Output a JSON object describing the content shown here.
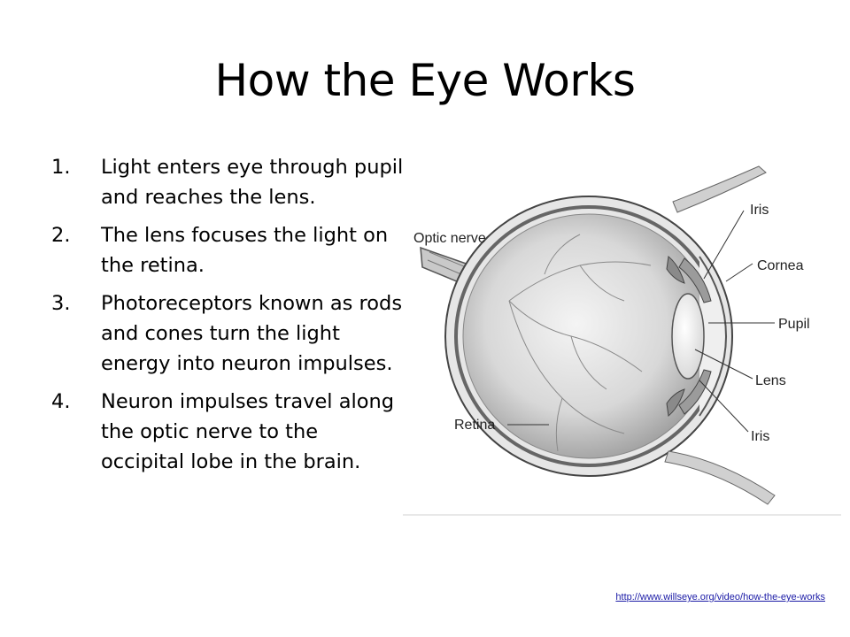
{
  "slide": {
    "title": "How the Eye Works",
    "steps": [
      {
        "number": "1.",
        "text": "Light enters eye through pupil and reaches the lens."
      },
      {
        "number": "2.",
        "text": "The lens focuses the light on the retina."
      },
      {
        "number": "3.",
        "text": "Photoreceptors known as rods and cones turn the light energy into neuron impulses."
      },
      {
        "number": "4.",
        "text": "Neuron impulses travel along the optic nerve to the occipital lobe in the brain."
      }
    ],
    "source_link": "http://www.willseye.org/video/how-the-eye-works"
  },
  "diagram": {
    "labels": {
      "optic_nerve": "Optic nerve",
      "iris_top": "Iris",
      "cornea": "Cornea",
      "pupil": "Pupil",
      "lens": "Lens",
      "iris_bottom": "Iris",
      "retina": "Retina"
    }
  }
}
